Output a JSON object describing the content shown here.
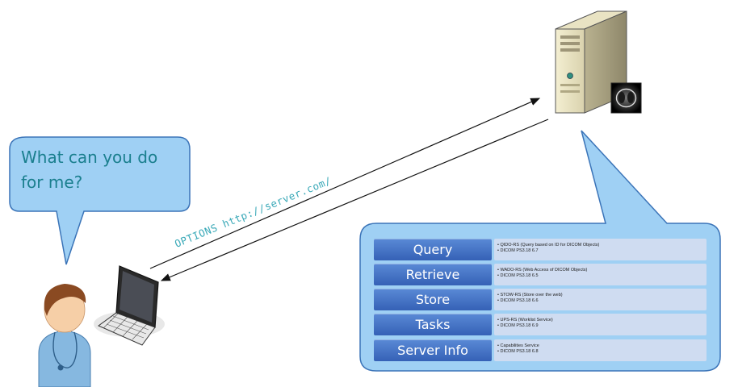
{
  "user_bubble": {
    "text_line1": "What can you do",
    "text_line2": "for me?"
  },
  "request": {
    "label": "OPTIONS http://server.com/"
  },
  "services": [
    {
      "button": "Query",
      "line1": "QIDO-RS (Query based on ID for DICOM Objects)",
      "line2": "DICOM PS3.18 6.7"
    },
    {
      "button": "Retrieve",
      "line1": "WADO-RS (Web Access of DICOM Objects)",
      "line2": "DICOM PS3.18 6.5"
    },
    {
      "button": "Store",
      "line1": "STOW-RS (Store over the web)",
      "line2": "DICOM PS3.18 6.6"
    },
    {
      "button": "Tasks",
      "line1": "UPS-RS (Worklist Service)",
      "line2": "DICOM PS3.18 6.9"
    },
    {
      "button": "Server Info",
      "line1": "Capabilities Service",
      "line2": "DICOM PS3.18 6.8"
    }
  ],
  "colors": {
    "bubble_fill": "#9fd0f4",
    "bubble_stroke": "#3b74b8",
    "button_blue": "#4472c4",
    "desc_fill": "#cfdcf1",
    "text_teal": "#1a7f8e"
  },
  "icons": {
    "user": "doctor-avatar-icon",
    "client": "laptop-icon",
    "server": "server-tower-icon",
    "image": "ct-scan-thumbnail-icon"
  }
}
